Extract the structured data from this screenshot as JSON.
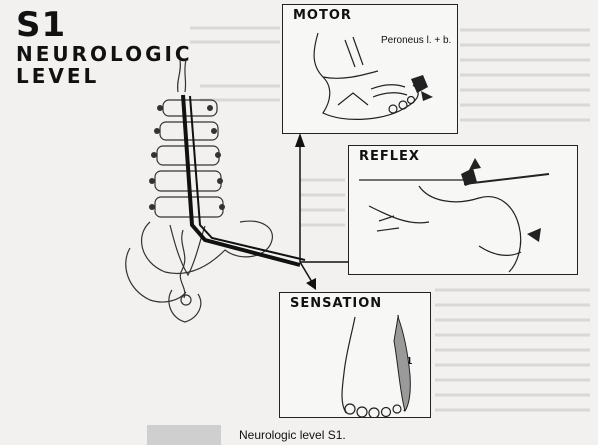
{
  "title": {
    "line1": "S1",
    "line2": "NEUROLOGIC",
    "line3": "LEVEL"
  },
  "panels": {
    "motor": {
      "title": "MOTOR",
      "label": "Peroneus l. + b."
    },
    "reflex": {
      "title": "REFLEX"
    },
    "sensation": {
      "title": "SENSATION",
      "label": "S1"
    }
  },
  "legend": {
    "label": "Neurologic level S1."
  }
}
